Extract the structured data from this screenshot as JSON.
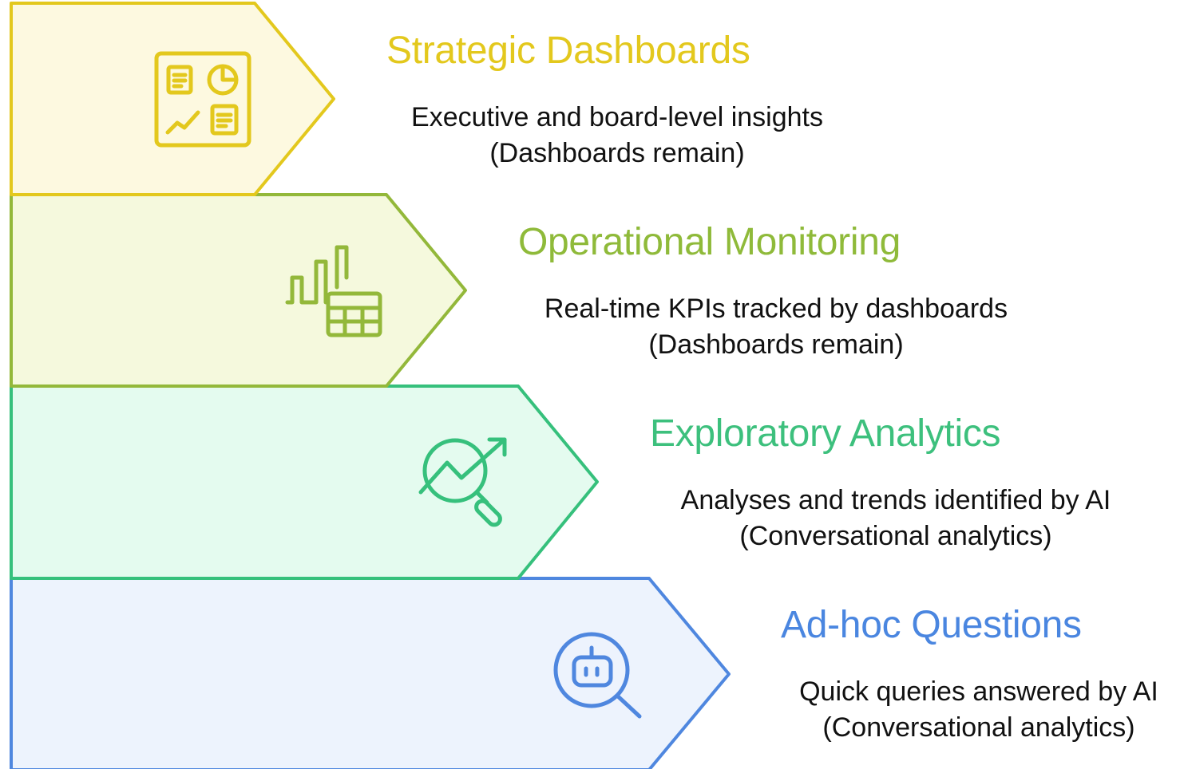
{
  "tiers": [
    {
      "title": "Strategic Dashboards",
      "line1": "Executive and board-level insights",
      "line2": "(Dashboards remain)",
      "icon": "dashboard-panels-icon",
      "stroke": "#e3c81d",
      "fill": "#fdf9e0",
      "title_color": "#e3c81d"
    },
    {
      "title": "Operational Monitoring",
      "line1": "Real-time KPIs tracked by dashboards",
      "line2": "(Dashboards remain)",
      "icon": "bar-chart-table-icon",
      "stroke": "#93b83a",
      "fill": "#f5f9dd",
      "title_color": "#8fba3a"
    },
    {
      "title": "Exploratory Analytics",
      "line1": "Analyses and trends identified by AI",
      "line2": "(Conversational analytics)",
      "icon": "trend-magnifier-icon",
      "stroke": "#36c07c",
      "fill": "#e4fbef",
      "title_color": "#3dc07d"
    },
    {
      "title": "Ad-hoc Questions",
      "line1": "Quick queries answered by AI",
      "line2": "(Conversational analytics)",
      "icon": "robot-search-icon",
      "stroke": "#4f87df",
      "fill": "#edf3fd",
      "title_color": "#4a86e0"
    }
  ]
}
